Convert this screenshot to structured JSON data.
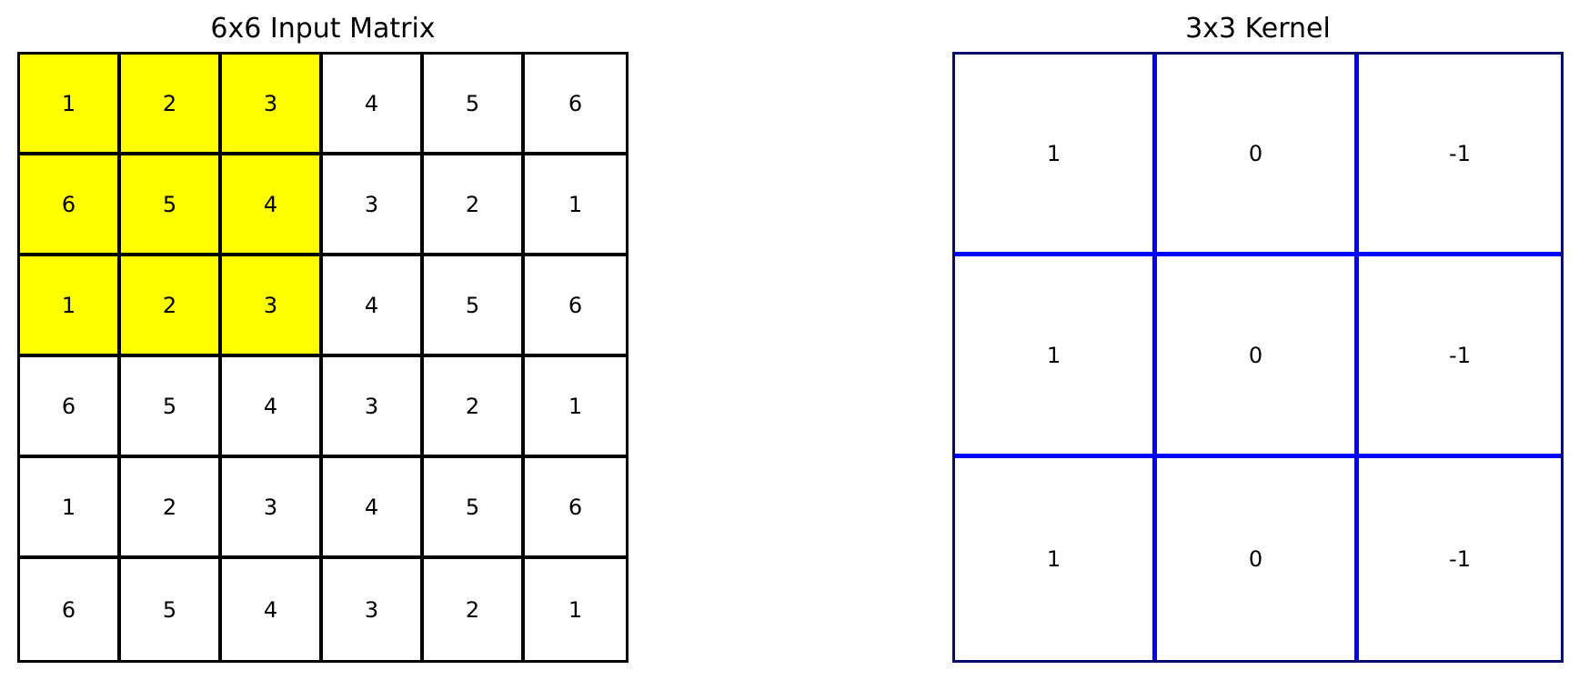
{
  "input_matrix": {
    "title": "6x6 Input Matrix",
    "rows": [
      [
        "1",
        "2",
        "3",
        "4",
        "5",
        "6"
      ],
      [
        "6",
        "5",
        "4",
        "3",
        "2",
        "1"
      ],
      [
        "1",
        "2",
        "3",
        "4",
        "5",
        "6"
      ],
      [
        "6",
        "5",
        "4",
        "3",
        "2",
        "1"
      ],
      [
        "1",
        "2",
        "3",
        "4",
        "5",
        "6"
      ],
      [
        "6",
        "5",
        "4",
        "3",
        "2",
        "1"
      ]
    ],
    "highlight": {
      "rows": [
        0,
        1,
        2
      ],
      "cols": [
        0,
        1,
        2
      ],
      "color": "#ffff00"
    },
    "grid_color": "#000000"
  },
  "kernel": {
    "title": "3x3 Kernel",
    "rows": [
      [
        "1",
        "0",
        "-1"
      ],
      [
        "1",
        "0",
        "-1"
      ],
      [
        "1",
        "0",
        "-1"
      ]
    ],
    "grid_color": "#0000ff"
  }
}
